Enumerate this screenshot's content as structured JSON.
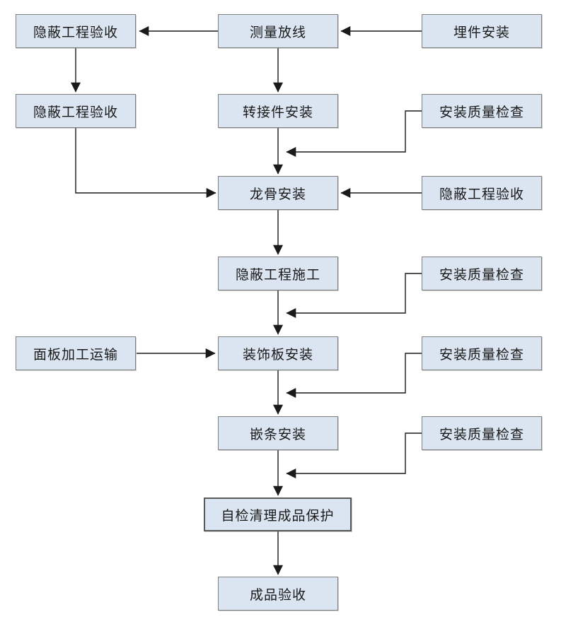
{
  "diagram": {
    "type": "flowchart",
    "colors": {
      "page_bg": "#ffffff",
      "box_fill": "#dbe5f1",
      "box_border": "#7f7f7f",
      "box_border_heavy": "#595959",
      "line": "#1a1a1a",
      "text": "#1a1a1a"
    },
    "nodes": {
      "l1": {
        "label": "隐蔽工程验收"
      },
      "c1": {
        "label": "测量放线"
      },
      "r1": {
        "label": "埋件安装"
      },
      "l2": {
        "label": "隐蔽工程验收"
      },
      "c2": {
        "label": "转接件安装"
      },
      "r2": {
        "label": "安装质量检查"
      },
      "c3": {
        "label": "龙骨安装"
      },
      "r3": {
        "label": "隐蔽工程验收"
      },
      "c4": {
        "label": "隐蔽工程施工"
      },
      "r4": {
        "label": "安装质量检查"
      },
      "l5": {
        "label": "面板加工运输"
      },
      "c5": {
        "label": "装饰板安装"
      },
      "r5": {
        "label": "安装质量检查"
      },
      "c6": {
        "label": "嵌条安装"
      },
      "r6": {
        "label": "安装质量检查"
      },
      "c7": {
        "label": "自检清理成品保护"
      },
      "c8": {
        "label": "成品验收"
      }
    },
    "edges": [
      {
        "from": "r1",
        "to": "c1",
        "style": "straight-left-arrow"
      },
      {
        "from": "c1",
        "to": "l1",
        "style": "straight-left-arrow"
      },
      {
        "from": "l1",
        "to": "l2",
        "style": "straight-down-arrow"
      },
      {
        "from": "c1",
        "to": "c2",
        "style": "straight-down-arrow"
      },
      {
        "from": "c2",
        "to": "c3",
        "style": "straight-down-arrow"
      },
      {
        "from": "r2",
        "to": "c2-c3-line",
        "style": "elbow-left-arrow"
      },
      {
        "from": "l2",
        "to": "c3",
        "style": "elbow-right-arrow"
      },
      {
        "from": "r3",
        "to": "c3",
        "style": "straight-left-arrow"
      },
      {
        "from": "c3",
        "to": "c4",
        "style": "straight-down-arrow"
      },
      {
        "from": "c4",
        "to": "c5",
        "style": "straight-down-arrow"
      },
      {
        "from": "r4",
        "to": "c4-c5-line",
        "style": "elbow-left-arrow"
      },
      {
        "from": "l5",
        "to": "c5",
        "style": "straight-right-arrow"
      },
      {
        "from": "c5",
        "to": "c6",
        "style": "straight-down-arrow"
      },
      {
        "from": "r5",
        "to": "c5-c6-line",
        "style": "elbow-left-arrow"
      },
      {
        "from": "c6",
        "to": "c7",
        "style": "straight-down-arrow"
      },
      {
        "from": "r6",
        "to": "c6-c7-line",
        "style": "elbow-left-arrow"
      },
      {
        "from": "c7",
        "to": "c8",
        "style": "straight-down-arrow"
      }
    ]
  }
}
